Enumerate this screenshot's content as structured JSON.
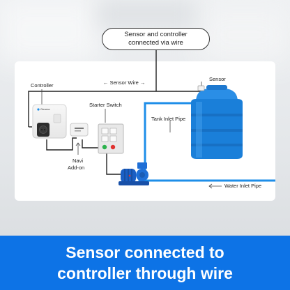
{
  "callout": {
    "line1": "Sensor and controller",
    "line2": "connected via wire"
  },
  "labels": {
    "controller": "Controller",
    "sensor_wire": "← Sensor Wire →",
    "sensor": "Sensor",
    "starter_switch": "Starter Switch",
    "tank_inlet_pipe": "Tank Inlet Pipe",
    "navi_line1": "Navi",
    "navi_line2": "Add-on",
    "water_inlet_pipe": "Water Inlet Pipe",
    "controller_brand": "Genera"
  },
  "banner": {
    "line1": "Sensor connected to",
    "line2": "controller through wire"
  },
  "colors": {
    "banner": "#0d73e6",
    "pipe": "#1e8ee8",
    "tank": "#1a7fd9",
    "wire": "#222222"
  }
}
